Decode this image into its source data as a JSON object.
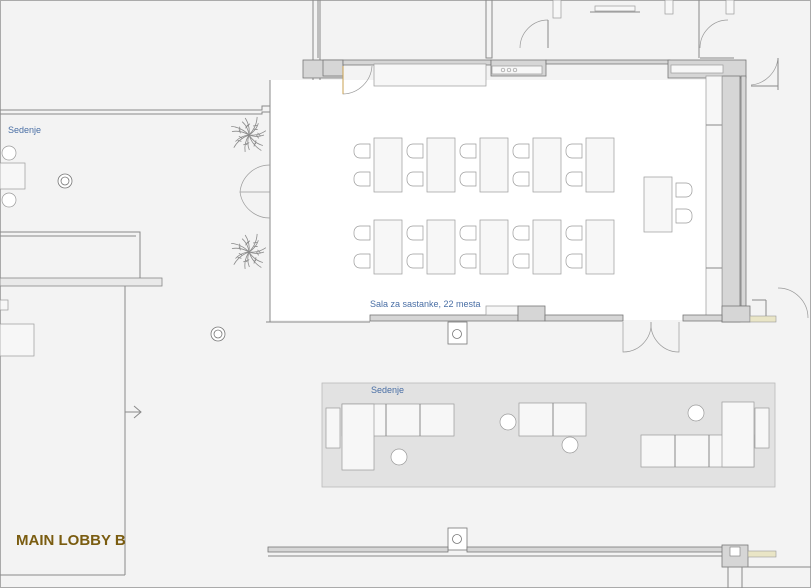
{
  "labels": {
    "seating_left": "Sedenje",
    "meeting_room": "Sala za sastanke, 22 mesta",
    "seating_lounge": "Sedenje",
    "lobby_name": "MAIN LOBBY B"
  },
  "colors": {
    "background": "#f3f3f3",
    "room_floor": "#ffffff",
    "lounge_floor": "#e2e2e2",
    "label_blue": "#4a6fa5",
    "title_gold": "#7a5c10"
  },
  "icons": [
    "plant-icon",
    "column-icon",
    "door-swing-icon",
    "chair-icon"
  ]
}
